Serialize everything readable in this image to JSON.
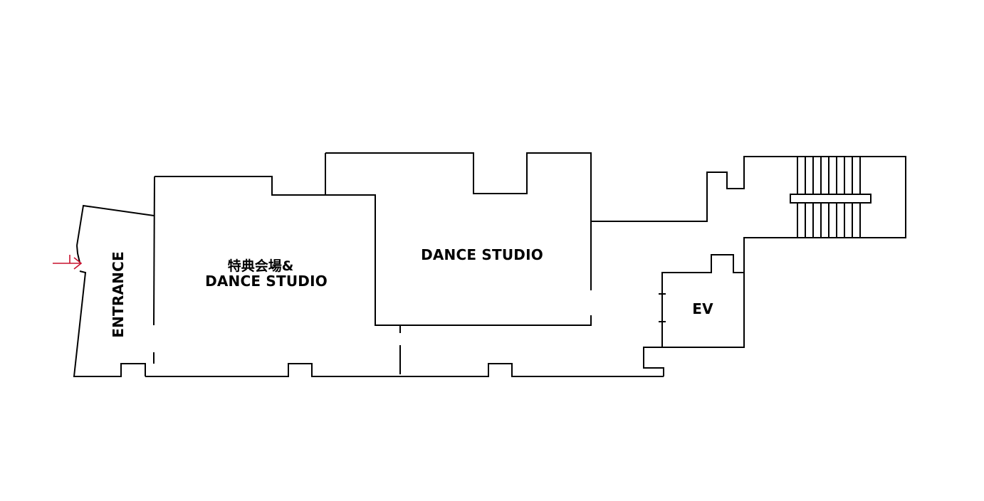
{
  "labels": {
    "entrance": "ENTRANCE",
    "special_venue_line1": "特典会場&",
    "special_venue_line2": "DANCE STUDIO",
    "dance_studio": "DANCE STUDIO",
    "elevator": "EV"
  },
  "colors": {
    "walls": "#000000",
    "entrance_arrow": "#c8102e",
    "background": "#ffffff"
  },
  "icons": {
    "entrance_arrow": "arrow-right-icon",
    "stairs": "stairs-icon"
  }
}
